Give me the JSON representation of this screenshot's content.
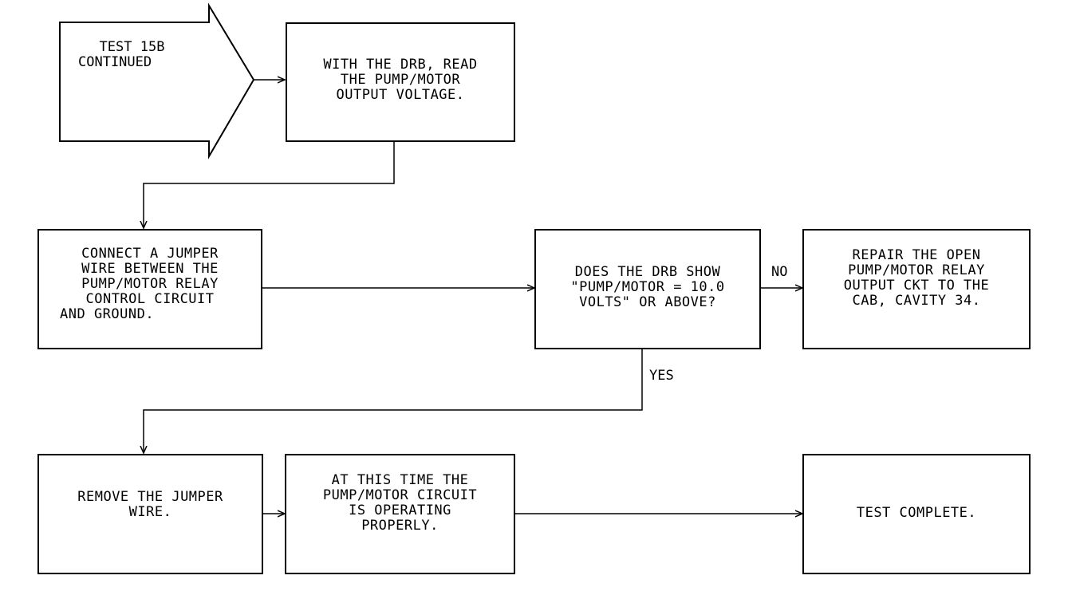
{
  "start": {
    "line1": "TEST 15B",
    "line2": "CONTINUED"
  },
  "steps": {
    "read_voltage": [
      "WITH THE DRB, READ",
      "THE PUMP/MOTOR",
      "OUTPUT VOLTAGE."
    ],
    "connect_jumper": [
      "CONNECT A JUMPER",
      "WIRE BETWEEN THE",
      "PUMP/MOTOR RELAY",
      "CONTROL CIRCUIT",
      "AND GROUND."
    ],
    "decision": [
      "DOES THE DRB SHOW",
      "\"PUMP/MOTOR = 10.0",
      "VOLTS\" OR ABOVE?"
    ],
    "repair": [
      "REPAIR THE OPEN",
      "PUMP/MOTOR RELAY",
      "OUTPUT CKT TO THE",
      "CAB, CAVITY 34."
    ],
    "remove_jumper": [
      "REMOVE THE JUMPER",
      "WIRE."
    ],
    "operating": [
      "AT THIS TIME THE",
      "PUMP/MOTOR CIRCUIT",
      "IS OPERATING",
      "PROPERLY."
    ],
    "complete": [
      "TEST COMPLETE."
    ]
  },
  "labels": {
    "no": "NO",
    "yes": "YES"
  }
}
